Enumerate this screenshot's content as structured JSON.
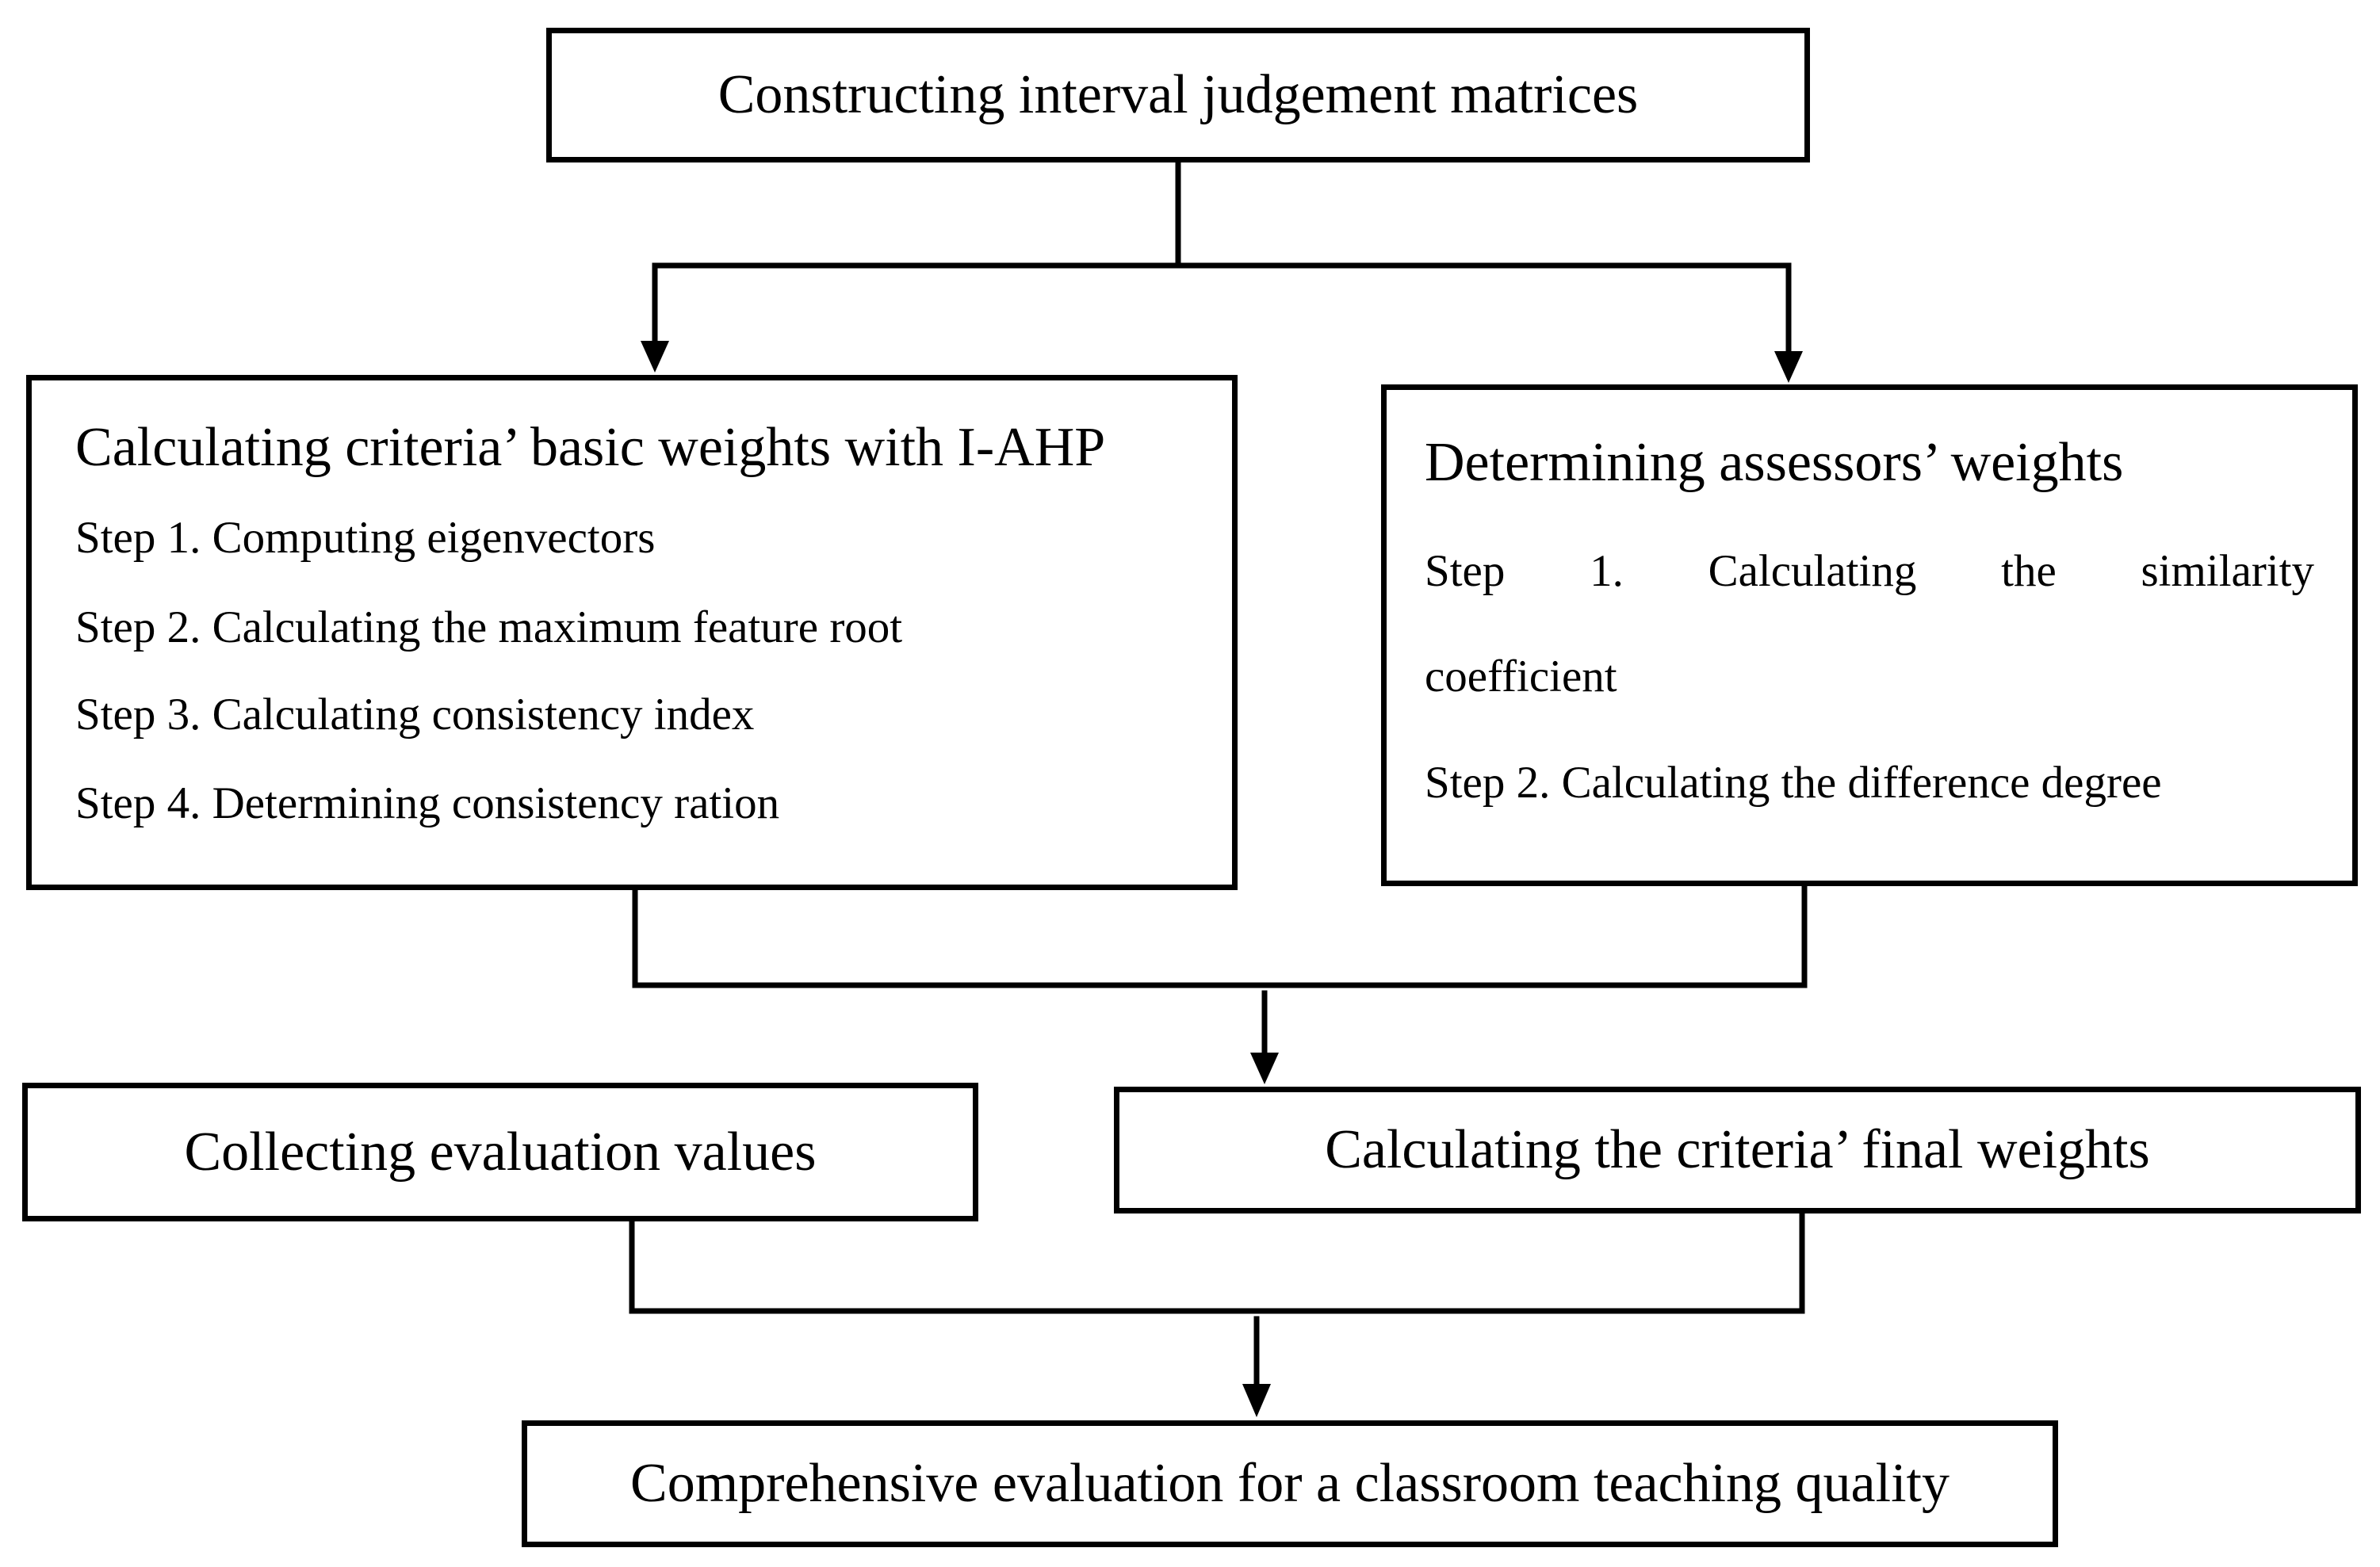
{
  "boxes": {
    "top": "Constructing interval judgement matrices",
    "left": {
      "title": "Calculating criteria’ basic weights with I-AHP",
      "steps": [
        "Step 1. Computing eigenvectors",
        "Step 2. Calculating the maximum feature root",
        "Step 3. Calculating consistency index",
        "Step 4. Determining consistency ration"
      ]
    },
    "right": {
      "title": "Determining assessors’ weights",
      "step1_words": [
        "Step",
        "1.",
        "Calculating",
        "the",
        "similarity"
      ],
      "step1_cont": "coefficient",
      "step2": "Step 2. Calculating the difference degree"
    },
    "collect": "Collecting evaluation values",
    "final": "Calculating the criteria’ final weights",
    "bottom": "Comprehensive evaluation for a classroom teaching quality"
  }
}
